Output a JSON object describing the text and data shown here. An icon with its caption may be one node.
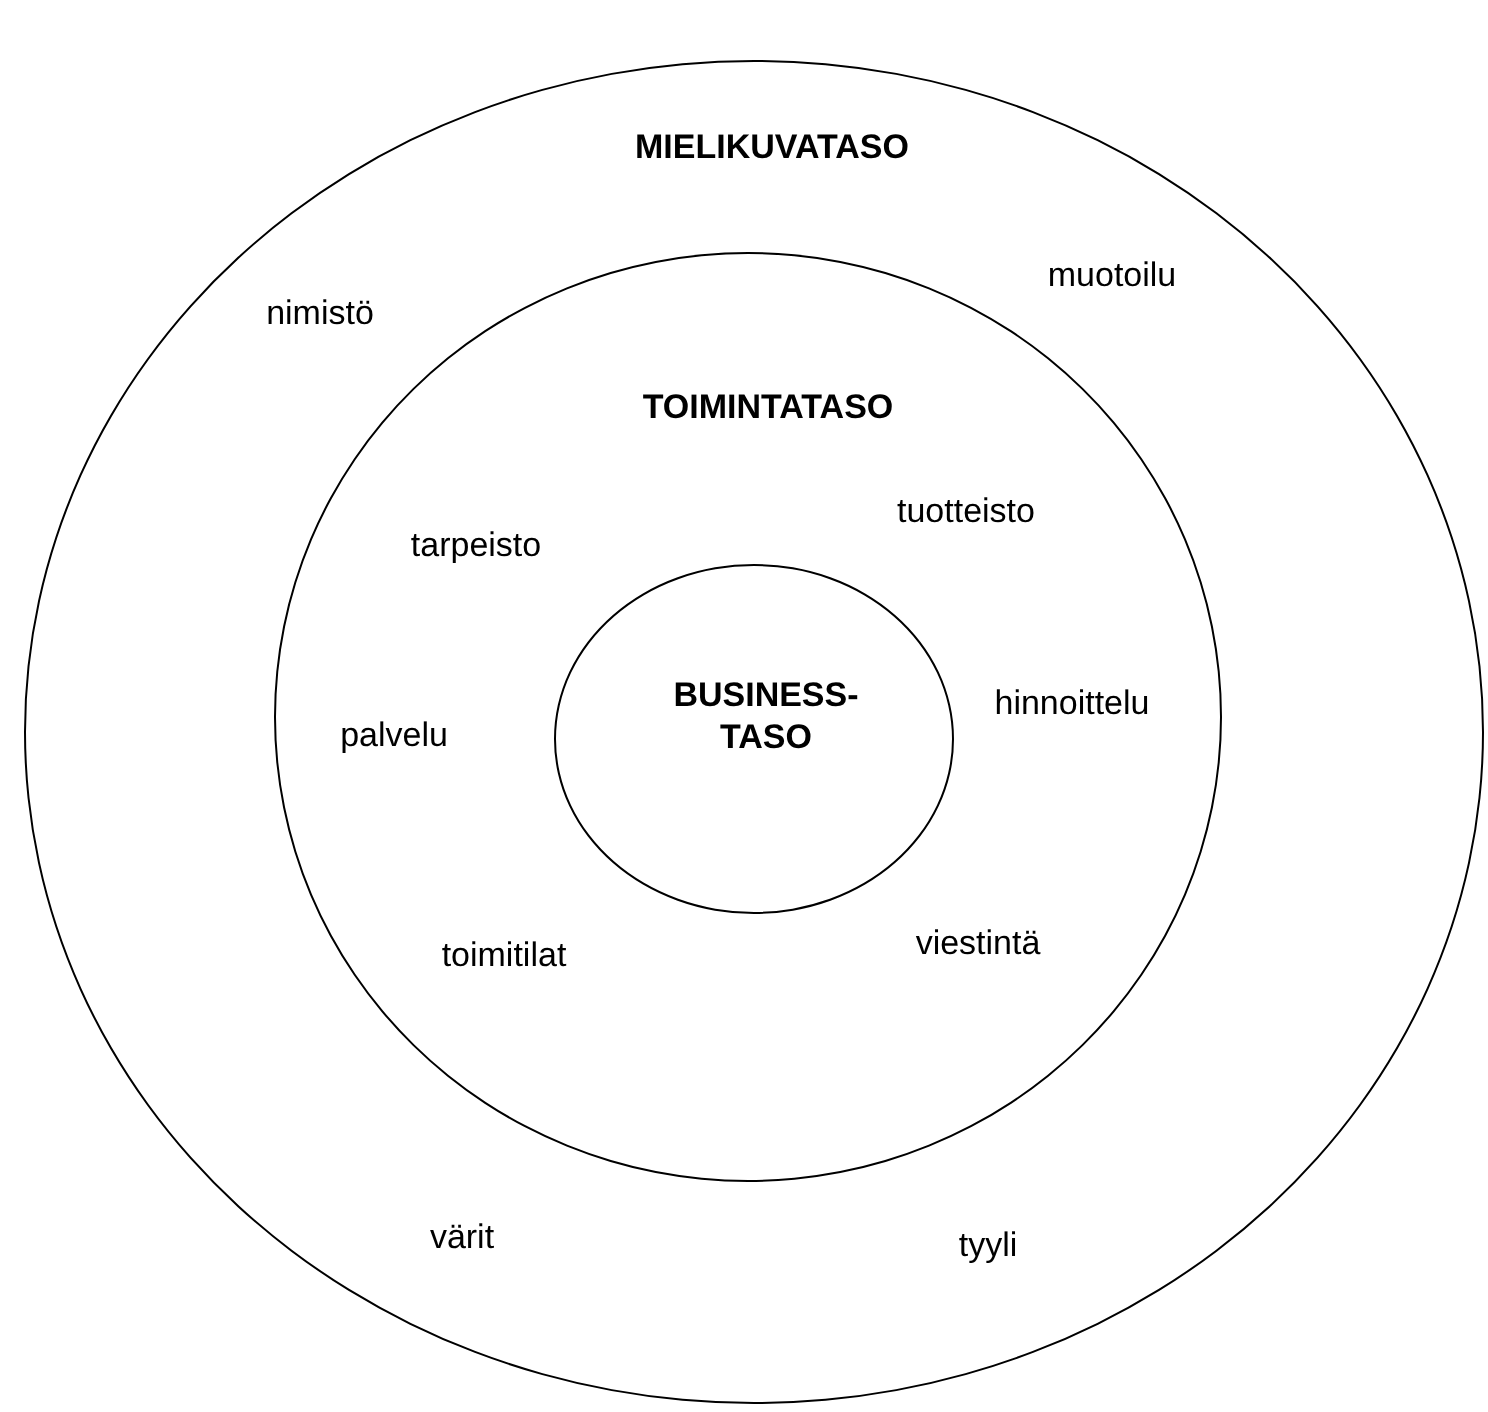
{
  "diagram": {
    "nodes": [
      {
        "text": [
          "MIELIKUVATASO"
        ]
      },
      {
        "text": [
          "TOIMINTATASO"
        ],
        "in": 0
      },
      {
        "text": [
          "BUSINESS-TASO"
        ],
        "in": 1
      }
    ],
    "labels": [
      "muotoilu",
      "nimistö",
      "tuotteisto",
      "tarpeisto",
      "hinnoittelu",
      "palvelu",
      "viestintä",
      "toimitilat",
      "värit",
      "tyyli"
    ]
  }
}
